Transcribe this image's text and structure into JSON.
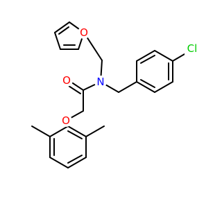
{
  "atoms": {
    "furan_oxygen": {
      "label": "O",
      "color": "#ff0000"
    },
    "carbonyl_oxygen": {
      "label": "O",
      "color": "#ff0000"
    },
    "amide_nitrogen": {
      "label": "N",
      "color": "#0000ff"
    },
    "ether_oxygen": {
      "label": "O",
      "color": "#ff0000"
    },
    "chlorine": {
      "label": "Cl",
      "color": "#00cc00"
    }
  },
  "colors": {
    "bond": "#000000",
    "background": "#ffffff"
  }
}
